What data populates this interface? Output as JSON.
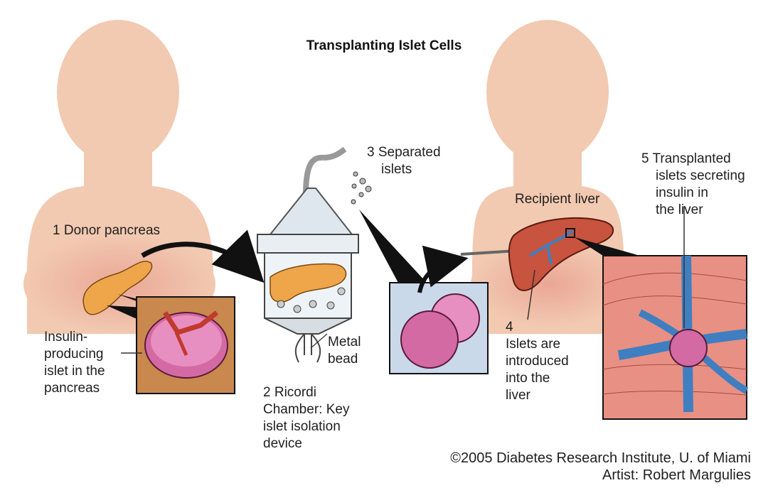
{
  "title": "Transplanting Islet Cells",
  "labels": {
    "donor": "1 Donor pancreas",
    "insulin_islet": [
      "Insulin-",
      "producing",
      "islet in the",
      "pancreas"
    ],
    "metal_bead": [
      "Metal",
      "bead"
    ],
    "ricordi": [
      "2 Ricordi",
      "Chamber: Key",
      "islet isolation",
      "device"
    ],
    "separated": [
      "3 Separated",
      "islets"
    ],
    "recipient_liver": "Recipient liver",
    "introduced": [
      "4",
      "Islets are",
      "introduced",
      "into the",
      "liver"
    ],
    "transplanted": [
      "5 Transplanted",
      "islets secreting",
      "insulin in",
      "the liver"
    ]
  },
  "credits": [
    "©2005 Diabetes Research Institute, U. of Miami",
    "Artist: Robert Margulies"
  ],
  "colors": {
    "skin": "#f2c9b1",
    "blush": "#eeb6a4",
    "pancreas": "#efa64a",
    "liver": "#c8533e",
    "vessel": "#3f7fc1",
    "islet": "#d46aa3",
    "tissue": "#e89083"
  }
}
